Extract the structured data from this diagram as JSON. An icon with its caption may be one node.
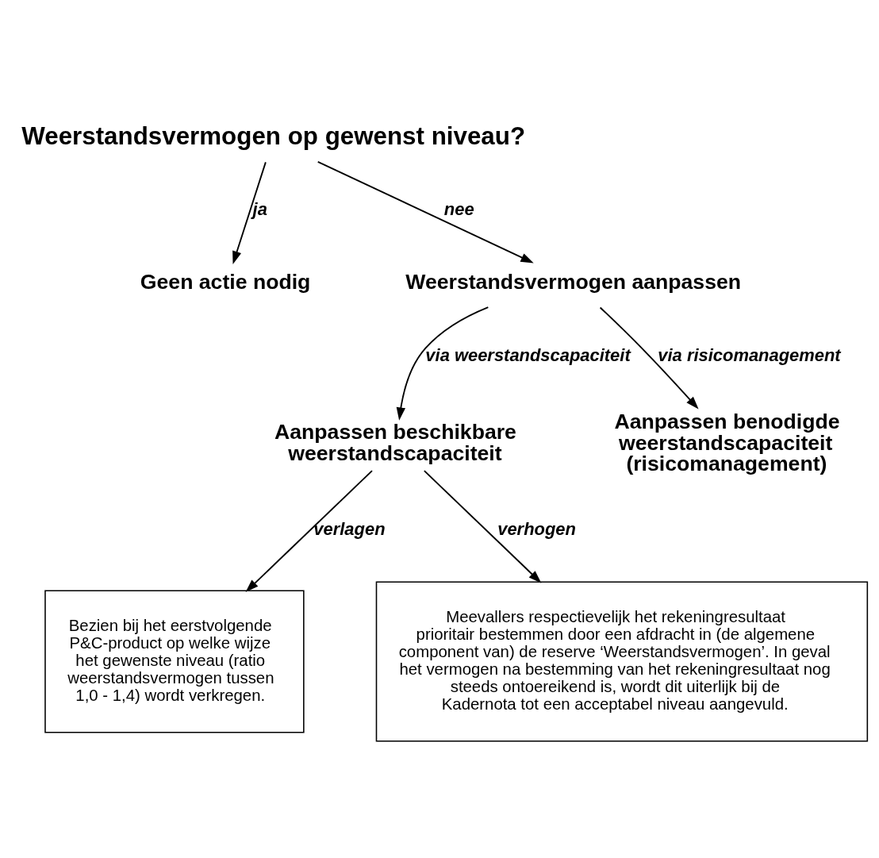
{
  "diagram": {
    "nodes": [
      {
        "text": [
          "Weerstandsvermogen op gewenst niveau?"
        ]
      },
      {
        "text": [
          "Geen actie nodig"
        ]
      },
      {
        "text": [
          "Weerstandsvermogen aanpassen"
        ]
      },
      {
        "text": [
          "Aanpassen beschikbare weerstandscapaciteit"
        ]
      },
      {
        "text": [
          "Aanpassen benodigde weerstandscapaciteit (risicomanagement)"
        ]
      },
      {
        "text": [
          "Bezien bij het eerstvolgende P&C-product op welke wijze het gewenste niveau (ratio weerstandsvermogen tussen 1,0 - 1,4) wordt verkregen."
        ]
      },
      {
        "text": [
          "Meevallers respectievelijk het rekeningresultaat prioritair bestemmen door een afdracht in (de algemene component van) de reserve ‘Weerstandsvermogen’. In geval het vermogen na bestemming van het rekeningresultaat nog steeds ontoereikend is, wordt dit uiterlijk bij de Kadernota tot een acceptabel niveau aangevuld."
        ]
      }
    ],
    "edges": [
      {
        "from": 0,
        "to": 1,
        "arrow": "to",
        "label": "ja"
      },
      {
        "from": 0,
        "to": 2,
        "arrow": "to",
        "label": "nee"
      },
      {
        "from": 2,
        "to": 3,
        "arrow": "to",
        "label": "via weerstandscapaciteit"
      },
      {
        "from": 2,
        "to": 4,
        "arrow": "to",
        "label": "via risicomanagement"
      },
      {
        "from": 3,
        "to": 5,
        "arrow": "to",
        "label": "verlagen"
      },
      {
        "from": 3,
        "to": 6,
        "arrow": "to",
        "label": "verhogen"
      }
    ]
  }
}
